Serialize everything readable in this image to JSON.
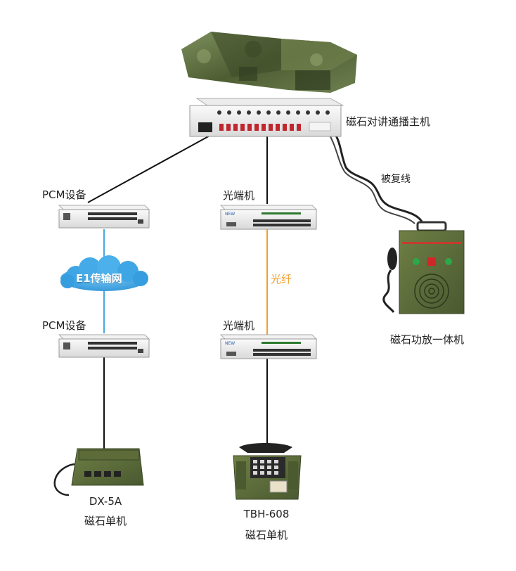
{
  "main_host": {
    "label": "磁石对讲通播主机"
  },
  "cable": {
    "label": "被复线"
  },
  "amplifier": {
    "label": "磁石功放一体机"
  },
  "left_chain": {
    "pcm_top_label": "PCM设备",
    "network_label": "E1传输网",
    "pcm_bottom_label": "PCM设备",
    "phone_model": "DX-5A",
    "phone_label": "磁石单机"
  },
  "middle_chain": {
    "optical_top_label": "光端机",
    "fiber_label": "光纤",
    "optical_bottom_label": "光端机",
    "phone_model": "TBH-608",
    "phone_label": "磁石单机"
  },
  "colors": {
    "e1_link": "#4aa8e0",
    "fiber_link": "#f0a030",
    "wire": "#111111",
    "military_green": "#5b6b3a",
    "cloud": "#3fa6e6"
  }
}
